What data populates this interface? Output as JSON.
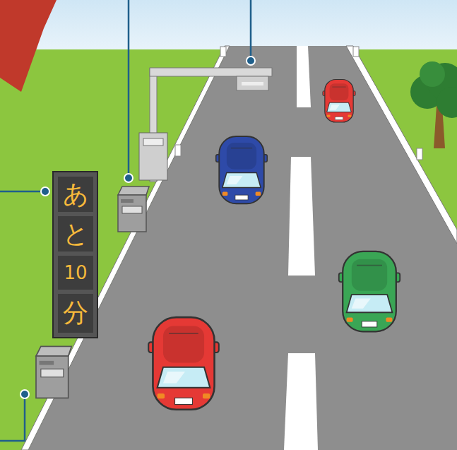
{
  "diagram": {
    "nodes": [
      {
        "text": [
          "あ",
          "と",
          "10",
          "分"
        ]
      }
    ]
  }
}
